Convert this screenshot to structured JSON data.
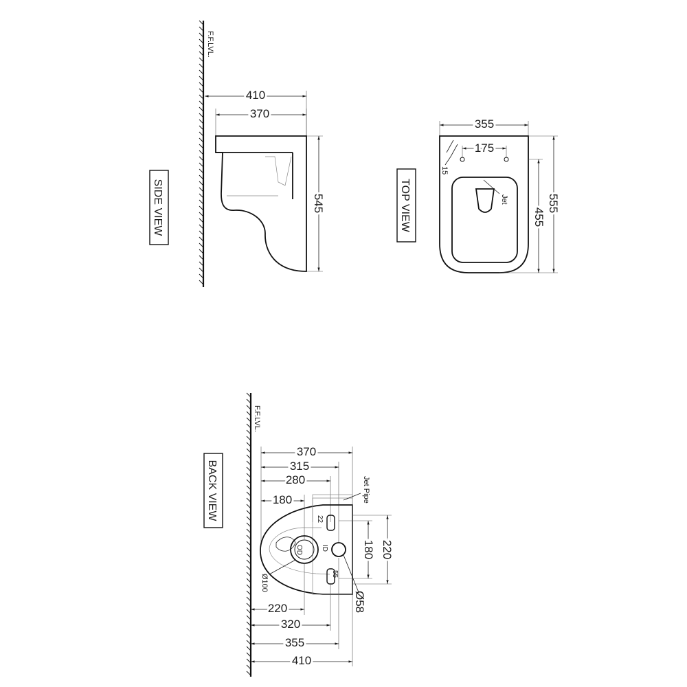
{
  "side_view": {
    "title": "SIDE VIEW",
    "floor_label": "F.F.LVL.",
    "dims": {
      "overall_depth": "410",
      "bowl_depth": "370",
      "height": "545"
    }
  },
  "top_view": {
    "title": "TOP VIEW",
    "dims": {
      "width": "355",
      "hole_spacing": "175",
      "hole_offset": "15",
      "inner_length": "455",
      "overall_length": "555"
    },
    "jet_label": "Jet"
  },
  "back_view": {
    "title": "BACK VIEW",
    "floor_label": "F.F.LVL.",
    "jet_pipe_label": "Jet Pipe",
    "dims": {
      "top_370": "370",
      "top_315": "315",
      "top_280": "280",
      "top_180": "180",
      "bottom_220": "220",
      "bottom_320": "320",
      "bottom_355": "355",
      "bottom_410": "410",
      "right_180": "180",
      "right_220": "220",
      "dia_58": "Ø58",
      "dia_100": "Ø100",
      "small_22": "22",
      "small_55": "55"
    },
    "labels": {
      "od": "OD",
      "id": "ID"
    }
  }
}
